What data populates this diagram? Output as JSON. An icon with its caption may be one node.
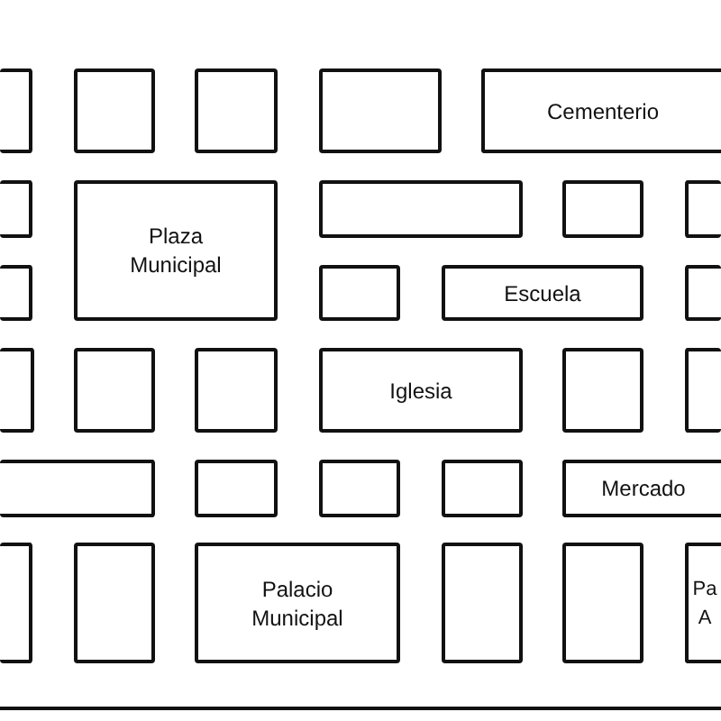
{
  "diagram": {
    "nodes": [
      {
        "text": [],
        "shape": "box"
      },
      {
        "text": [],
        "shape": "box"
      },
      {
        "text": [],
        "shape": "box"
      },
      {
        "text": [],
        "shape": "box"
      },
      {
        "text": [
          "Cementerio"
        ]
      },
      {
        "text": [],
        "shape": "box"
      },
      {
        "text": [
          "Plaza Municipal"
        ]
      },
      {
        "text": [],
        "shape": "box"
      },
      {
        "text": [],
        "shape": "box"
      },
      {
        "text": [],
        "shape": "box"
      },
      {
        "text": [],
        "shape": "box"
      },
      {
        "text": [],
        "shape": "box"
      },
      {
        "text": [
          "Escuela"
        ]
      },
      {
        "text": [],
        "shape": "box"
      },
      {
        "text": [],
        "shape": "box"
      },
      {
        "text": [],
        "shape": "box"
      },
      {
        "text": [],
        "shape": "box"
      },
      {
        "text": [
          "Iglesia"
        ]
      },
      {
        "text": [],
        "shape": "box"
      },
      {
        "text": [],
        "shape": "box"
      },
      {
        "text": [],
        "shape": "box"
      },
      {
        "text": [],
        "shape": "box"
      },
      {
        "text": [],
        "shape": "box"
      },
      {
        "text": [],
        "shape": "box"
      },
      {
        "text": [
          "Mercado"
        ]
      },
      {
        "text": [],
        "shape": "box"
      },
      {
        "text": [],
        "shape": "box"
      },
      {
        "text": [
          "Palacio Municipal"
        ]
      },
      {
        "text": [],
        "shape": "box"
      },
      {
        "text": [],
        "shape": "box"
      },
      {
        "text": [
          "Pa A"
        ]
      }
    ]
  }
}
